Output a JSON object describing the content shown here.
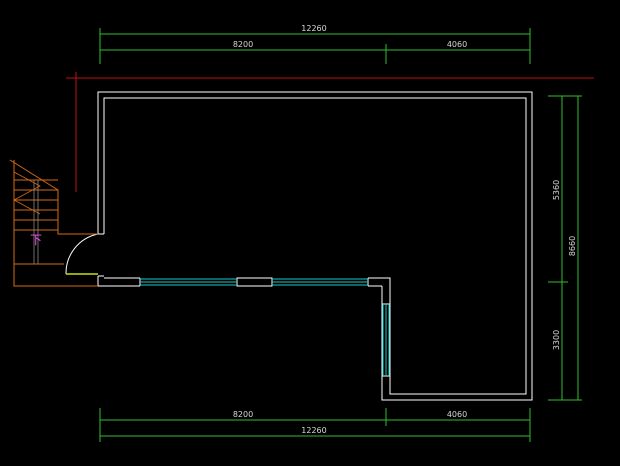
{
  "colors": {
    "background": "#000000",
    "wall": "#ffffff",
    "window": "#1ec8c8",
    "dimension_line": "#2fbf2f",
    "axis_line": "#c01010",
    "stair": "#d46a14",
    "stair_text": "#ff4fff",
    "door": "#ffffff",
    "door_leaf": "#c8e010",
    "dim_text": "#d8d8d8"
  },
  "dimensions": {
    "top_total": "12260",
    "top_left": "8200",
    "top_right": "4060",
    "bottom_left": "8200",
    "bottom_right": "4060",
    "bottom_total": "12260",
    "right_upper": "5360",
    "right_lower": "3300",
    "right_total": "8660"
  },
  "stair_label": "下"
}
